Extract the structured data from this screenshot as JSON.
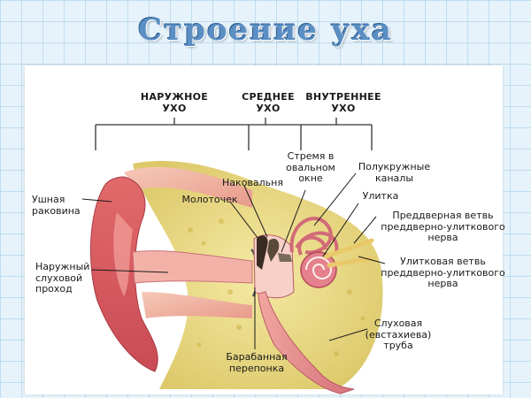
{
  "title": "Строение уха",
  "sections": {
    "outer": "НАРУЖНОЕ\nУХО",
    "middle": "СРЕДНЕЕ\nУХО",
    "inner": "ВНУТРЕННЕЕ\nУХО"
  },
  "labels": {
    "auricle": "Ушная\nраковина",
    "ear_canal": "Наружный\nслуховой\nпроход",
    "incus": "Наковальня",
    "malleus": "Молоточек",
    "stapes": "Стремя в\nовальном\nокне",
    "canals": "Полукружные\nканалы",
    "cochlea": "Улитка",
    "vestibular_branch": "Преддверная ветвь\nпреддверно-улиткового\nнерва",
    "cochlear_branch": "Улитковая ветвь\nпреддверно-улиткового\nнерва",
    "eustachian": "Слуховая\n(евстахиева)\nтруба",
    "eardrum": "Барабанная\nперепонка"
  }
}
